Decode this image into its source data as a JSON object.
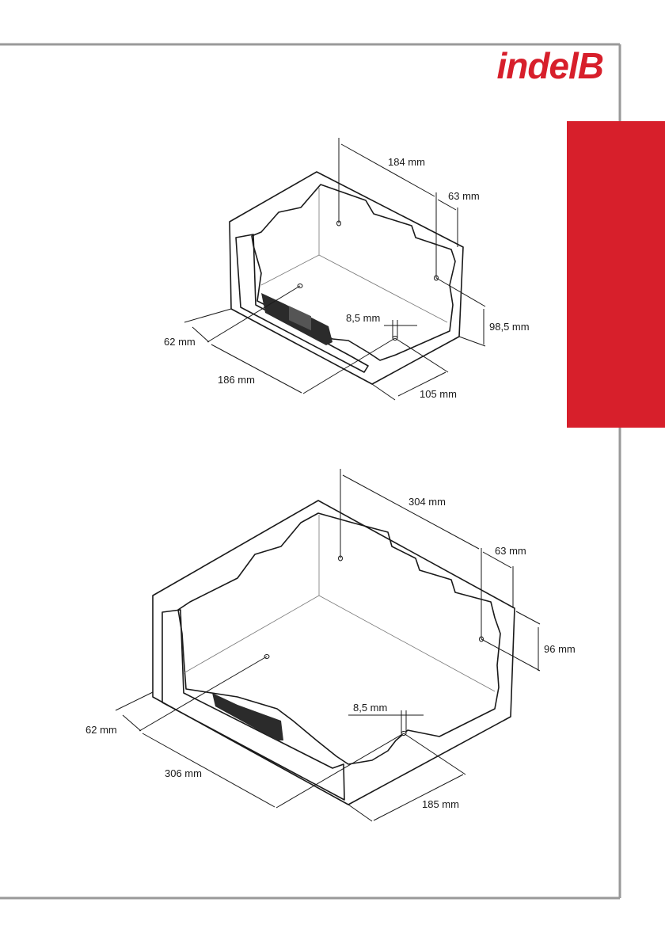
{
  "brand": {
    "logo_text": "indelB",
    "accent_color": "#d71f2b"
  },
  "diagram_top": {
    "dim_width_rear": "184 mm",
    "dim_offset_right": "63 mm",
    "dim_height_right": "98,5 mm",
    "dim_hole": "8,5 mm",
    "dim_offset_left": "62 mm",
    "dim_width_front": "186 mm",
    "dim_depth": "105 mm"
  },
  "diagram_bottom": {
    "dim_width_rear": "304 mm",
    "dim_offset_right": "63 mm",
    "dim_height_right": "96 mm",
    "dim_hole": "8,5 mm",
    "dim_offset_left": "62 mm",
    "dim_width_front": "306 mm",
    "dim_depth": "185 mm"
  }
}
